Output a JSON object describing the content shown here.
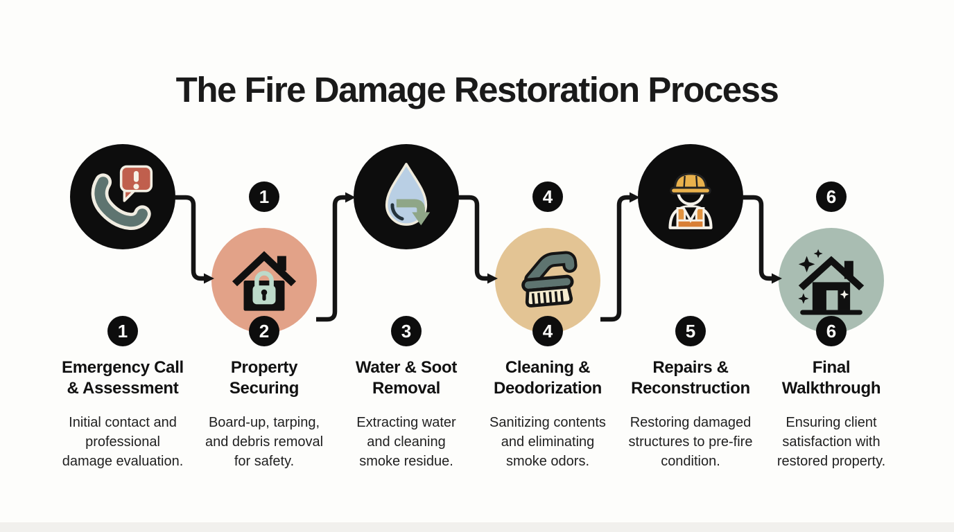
{
  "title": "The Fire Damage Restoration Process",
  "steps": [
    {
      "number": "1",
      "row": "top",
      "icon": "phone-alert-icon",
      "circle_color": "#0D0D0D",
      "title_lines": [
        "Emergency Call",
        "& Assessment"
      ],
      "description": "Initial contact and professional damage evaluation."
    },
    {
      "number": "2",
      "row": "bottom",
      "icon": "house-lock-icon",
      "circle_color": "#E2A288",
      "top_badge": "1",
      "title_lines": [
        "Property",
        "Securing"
      ],
      "description": "Board-up, tarping, and debris removal for safety."
    },
    {
      "number": "3",
      "row": "top",
      "icon": "water-drop-extraction-icon",
      "circle_color": "#0D0D0D",
      "title_lines": [
        "Water & Soot",
        "Removal"
      ],
      "description": "Extracting water and cleaning smoke residue."
    },
    {
      "number": "4",
      "row": "bottom",
      "icon": "scrub-brush-icon",
      "circle_color": "#E3C494",
      "top_badge": "4",
      "title_lines": [
        "Cleaning &",
        "Deodorization"
      ],
      "description": "Sanitizing contents and eliminating smoke odors."
    },
    {
      "number": "5",
      "row": "top",
      "icon": "construction-worker-icon",
      "circle_color": "#0D0D0D",
      "title_lines": [
        "Repairs &",
        "Reconstruction"
      ],
      "description": "Restoring damaged structures to pre-fire condition."
    },
    {
      "number": "6",
      "row": "bottom",
      "icon": "sparkle-house-icon",
      "circle_color": "#A9BDB2",
      "top_badge": "6",
      "title_lines": [
        "Final",
        "Walkthrough"
      ],
      "description": "Ensuring client satisfaction with restored property."
    }
  ],
  "colors": {
    "background": "#FDFDFB",
    "circle_dark": "#0D0D0D",
    "circle_salmon": "#E2A288",
    "circle_tan": "#E3C494",
    "circle_sage": "#A9BDB2",
    "arrow": "#141414",
    "alert_bubble_red": "#C05F4D",
    "phone_slate": "#5E7470",
    "lock_mint": "#BCDACA",
    "droplet_blue": "#B9CFE4",
    "extract_green": "#8FA687",
    "bristle_cream": "#F5ECD0",
    "hardhat_amber": "#E9B14C",
    "strap_orange": "#E2933F",
    "text_dark": "#1A1A1A"
  }
}
